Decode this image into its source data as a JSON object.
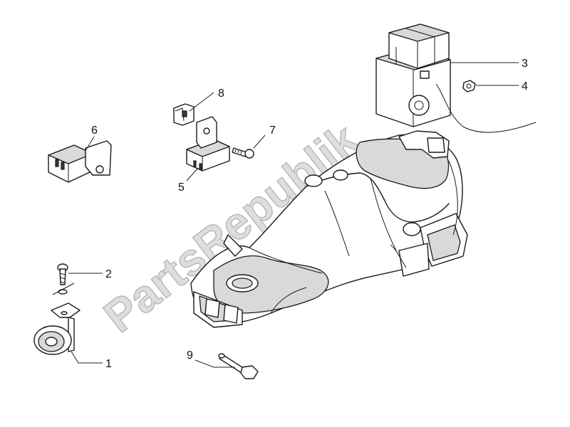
{
  "watermark": {
    "text": "PartsRepublik"
  },
  "callouts": {
    "c1": "1",
    "c2": "2",
    "c3": "3",
    "c4": "4",
    "c5": "5",
    "c6": "6",
    "c7": "7",
    "c8": "8",
    "c9": "9"
  }
}
